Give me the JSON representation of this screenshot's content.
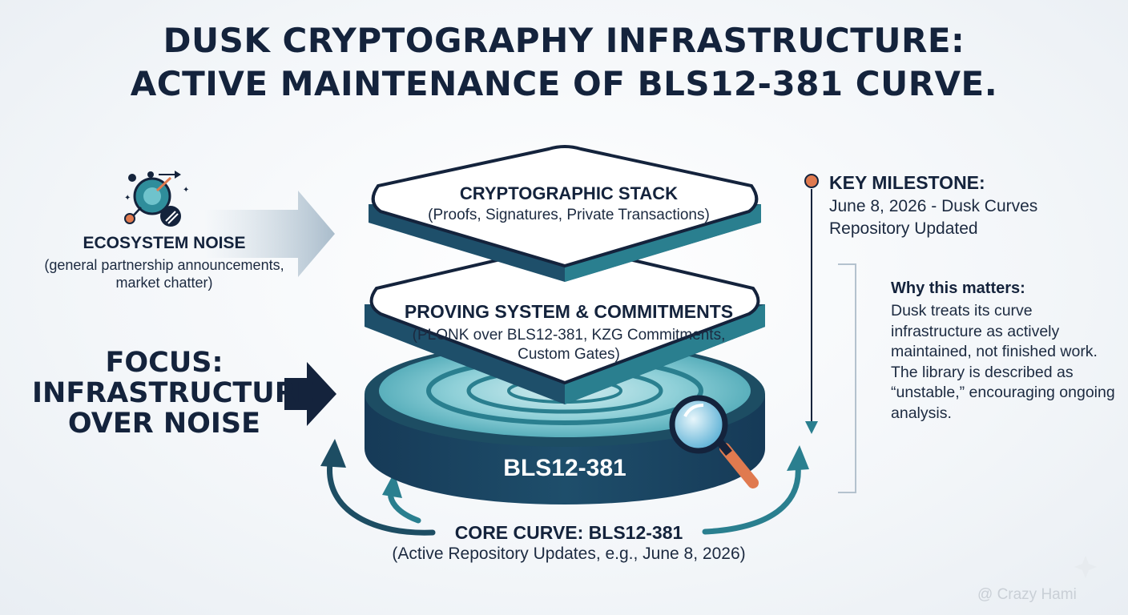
{
  "title": {
    "line1": "DUSK CRYPTOGRAPHY INFRASTRUCTURE:",
    "line2": "ACTIVE MAINTENANCE OF BLS12-381 CURVE."
  },
  "ecosystem_noise": {
    "title": "ECOSYSTEM NOISE",
    "subtitle": "(general partnership announcements, market chatter)"
  },
  "focus": {
    "line1": "FOCUS:",
    "line2": "INFRASTRUCTURE",
    "line3": "OVER NOISE"
  },
  "stack": {
    "layer1": {
      "title": "CRYPTOGRAPHIC STACK",
      "subtitle": "(Proofs, Signatures, Private Transactions)"
    },
    "layer2": {
      "title": "PROVING SYSTEM & COMMITMENTS",
      "subtitle_line1": "(PLONK over BLS12-381, KZG Commitments,",
      "subtitle_line2": "Custom Gates)"
    },
    "base": {
      "label": "BLS12-381"
    }
  },
  "core_curve": {
    "title": "CORE CURVE: BLS12-381",
    "subtitle": "(Active Repository Updates, e.g., June 8, 2026)"
  },
  "milestone": {
    "title": "KEY MILESTONE:",
    "text": "June 8, 2026 - Dusk Curves Repository Updated"
  },
  "why": {
    "title": "Why this matters:",
    "text": "Dusk treats its curve infrastructure as actively maintained, not finished work. The library is described as “unstable,” encouraging ongoing analysis."
  },
  "watermark": "@ Crazy Hami",
  "colors": {
    "navy": "#14233c",
    "teal": "#2a7f8f",
    "dark_teal": "#1d4d63",
    "accent_orange": "#e07a4f"
  },
  "icons": [
    "network-nodes-icon",
    "magnifying-glass-icon",
    "arrow-right-icon"
  ]
}
